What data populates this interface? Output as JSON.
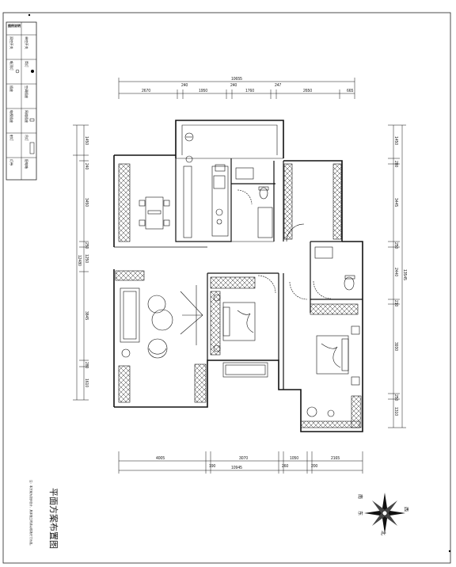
{
  "drawing": {
    "title": "平面方案布置图",
    "note": "注：本方案为初步设计，具体施工时请以现场尺寸为准。"
  },
  "legend": {
    "header": "图例说明",
    "rows": [
      {
        "a": "双控开关",
        "b": "单控开关"
      },
      {
        "a": "吸顶灯",
        "b": "筒灯"
      },
      {
        "a": "插座",
        "b": "空调插座"
      },
      {
        "a": "电视插座",
        "b": "网络插座"
      },
      {
        "a": "射灯",
        "b": "吊灯"
      },
      {
        "a": "灯带",
        "b": "配电箱"
      }
    ]
  },
  "dimensions": {
    "top_total": "10655",
    "top_segments": [
      "2670",
      "240",
      "1950",
      "240",
      "1760",
      "247",
      "2650",
      "665"
    ],
    "bottom_segments": [
      "4005",
      "3070",
      "1050",
      "2165"
    ],
    "bottom_small": [
      "190",
      "260",
      "200"
    ],
    "bottom_total": "10945",
    "left_segments": [
      "1450",
      "240",
      "3450",
      "250",
      "1250",
      "3845",
      "280",
      "1610"
    ],
    "left_total": "12480",
    "right_segments": [
      "1450",
      "280",
      "3445",
      "250",
      "2440",
      "210",
      "3930",
      "250",
      "1310"
    ],
    "right_total": "13545"
  },
  "compass": {
    "north": "北",
    "south": "南",
    "east": "东",
    "west": "西"
  }
}
